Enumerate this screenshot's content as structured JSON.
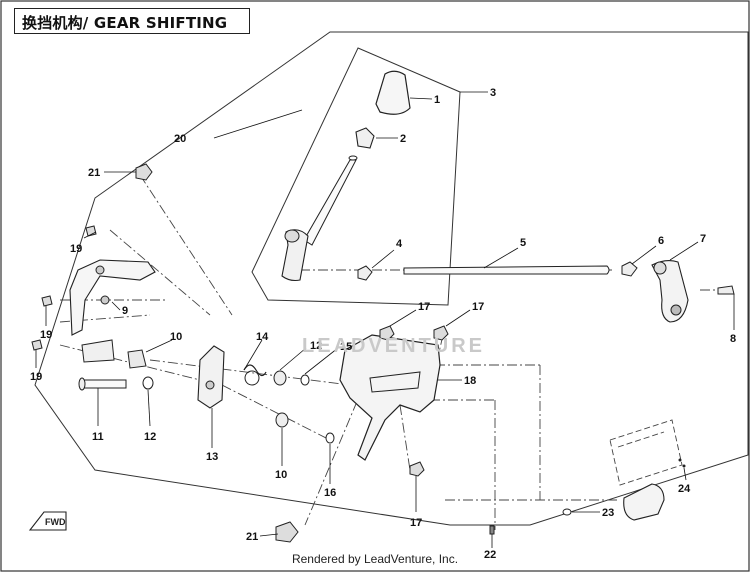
{
  "title": "换挡机构/ GEAR SHIFTING",
  "watermark": "LEADVENTURE",
  "footer": "Rendered by LeadVenture, Inc.",
  "direction_badge": "FWD",
  "callouts": [
    {
      "id": "c1",
      "label": "1"
    },
    {
      "id": "c2",
      "label": "2"
    },
    {
      "id": "c3",
      "label": "3"
    },
    {
      "id": "c4",
      "label": "4"
    },
    {
      "id": "c5",
      "label": "5"
    },
    {
      "id": "c6",
      "label": "6"
    },
    {
      "id": "c7",
      "label": "7"
    },
    {
      "id": "c8",
      "label": "8"
    },
    {
      "id": "c9",
      "label": "9"
    },
    {
      "id": "c10a",
      "label": "10"
    },
    {
      "id": "c10b",
      "label": "10"
    },
    {
      "id": "c11",
      "label": "11"
    },
    {
      "id": "c12a",
      "label": "12"
    },
    {
      "id": "c12b",
      "label": "12"
    },
    {
      "id": "c13",
      "label": "13"
    },
    {
      "id": "c14",
      "label": "14"
    },
    {
      "id": "c15",
      "label": "15"
    },
    {
      "id": "c16",
      "label": "16"
    },
    {
      "id": "c17a",
      "label": "17"
    },
    {
      "id": "c17b",
      "label": "17"
    },
    {
      "id": "c17c",
      "label": "17"
    },
    {
      "id": "c18",
      "label": "18"
    },
    {
      "id": "c19a",
      "label": "19"
    },
    {
      "id": "c19b",
      "label": "19"
    },
    {
      "id": "c19c",
      "label": "19"
    },
    {
      "id": "c20",
      "label": "20"
    },
    {
      "id": "c21a",
      "label": "21"
    },
    {
      "id": "c21b",
      "label": "21"
    },
    {
      "id": "c22",
      "label": "22"
    },
    {
      "id": "c23",
      "label": "23"
    },
    {
      "id": "c24",
      "label": "24"
    }
  ]
}
